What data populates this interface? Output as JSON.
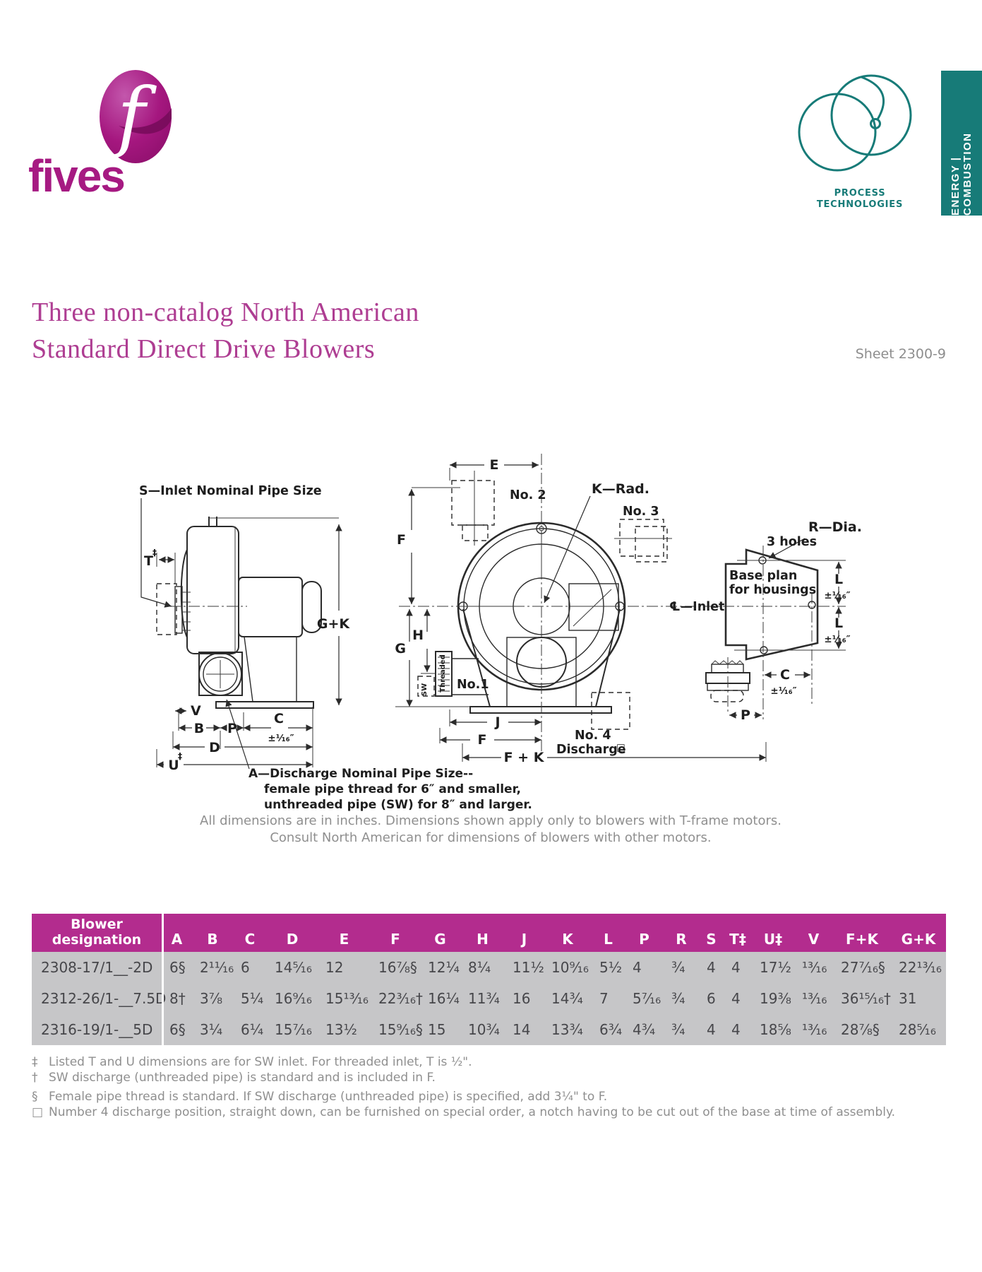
{
  "page": {
    "title_line1": "Three non-catalog North American",
    "title_line2": "Standard Direct Drive Blowers",
    "sheet_label": "Sheet 2300-9"
  },
  "brand": {
    "wordmark": "fives",
    "process_logo_line1": "PROCESS",
    "process_logo_line2": "TECHNOLOGIES",
    "sidebar_tab": "ENERGY | COMBUSTION",
    "magenta": "#b32c8e",
    "teal": "#177b78"
  },
  "diagram": {
    "labels": {
      "s_inlet": "S—Inlet Nominal Pipe Size",
      "t": "T",
      "u": "U",
      "dagger": "‡",
      "g_plus_k": "G+K",
      "v": "V",
      "b": "B",
      "p": "P",
      "c": "C",
      "d": "D",
      "tol": "±¹⁄₁₆″",
      "a1": "A—Discharge Nominal Pipe Size--",
      "a2": "female pipe thread for 6″ and smaller,",
      "a3": "unthreaded pipe (SW) for 8″ and larger.",
      "e": "E",
      "f": "F",
      "g": "G",
      "h": "H",
      "j": "J",
      "k_rad": "K—Rad.",
      "no1": "No.1",
      "no2": "No. 2",
      "no3": "No. 3",
      "no4": "No. 4",
      "discharge": "Discharge",
      "sq": "□",
      "sw": "SW",
      "threaded": "Threaded",
      "f_plus_k": "F + K",
      "r_dia": "R—Dia.",
      "three_holes": "3 holes",
      "base_plan1": "Base plan",
      "base_plan2": "for housings",
      "cl_inlet": "℄—Inlet",
      "l": "L"
    },
    "caption_line1": "All dimensions are in inches. Dimensions shown apply only to blowers with T-frame motors.",
    "caption_line2": "Consult North American for dimensions of blowers with other motors."
  },
  "table": {
    "designation_header_line1": "Blower",
    "designation_header_line2": "designation",
    "columns": [
      "A",
      "B",
      "C",
      "D",
      "E",
      "F",
      "G",
      "H",
      "J",
      "K",
      "L",
      "P",
      "R",
      "S",
      "T‡",
      "U‡",
      "V",
      "F+K",
      "G+K"
    ],
    "rows": [
      {
        "designation": "2308-17/1__-2D",
        "values": [
          "6§",
          "2¹¹⁄₁₆",
          "6",
          "14⁵⁄₁₆",
          "12",
          "16⅞§",
          "12¼",
          "8¼",
          "11½",
          "10⁹⁄₁₆",
          "5½",
          "4",
          "¾",
          "4",
          "4",
          "17½",
          "¹³⁄₁₆",
          "27⁷⁄₁₆§",
          "22¹³⁄₁₆"
        ]
      },
      {
        "designation": "2312-26/1-__7.5D",
        "values": [
          "8†",
          "3⅞",
          "5¼",
          "16⁹⁄₁₆",
          "15¹³⁄₁₆",
          "22³⁄₁₆†",
          "16¼",
          "11¾",
          "16",
          "14¾",
          "7",
          "5⁷⁄₁₆",
          "¾",
          "6",
          "4",
          "19⅜",
          "¹³⁄₁₆",
          "36¹⁵⁄₁₆†",
          "31"
        ]
      },
      {
        "designation": "2316-19/1-__5D",
        "values": [
          "6§",
          "3¼",
          "6¼",
          "15⁷⁄₁₆",
          "13½",
          "15⁹⁄₁₆§",
          "15",
          "10¾",
          "14",
          "13¾",
          "6¾",
          "4¾",
          "¾",
          "4",
          "4",
          "18⅝",
          "¹³⁄₁₆",
          "28⅞§",
          "28⁵⁄₁₆"
        ]
      }
    ]
  },
  "footnotes": [
    {
      "symbol": "‡",
      "text": "Listed T and U dimensions are for SW inlet. For threaded inlet, T is ½\"."
    },
    {
      "symbol": "†",
      "text": "SW discharge (unthreaded pipe) is standard and is included in F."
    },
    {
      "symbol": "§",
      "text": "Female pipe thread is standard. If SW discharge (unthreaded pipe) is specified, add 3¼\" to F."
    },
    {
      "symbol": "□",
      "text": "Number 4 discharge position, straight down, can be furnished on special order, a notch having to be cut out of the base at time of assembly."
    }
  ]
}
